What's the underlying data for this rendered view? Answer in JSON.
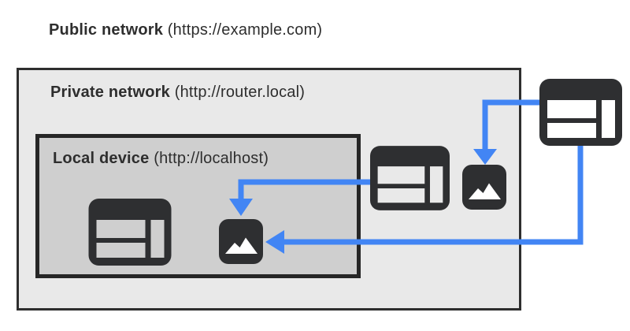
{
  "public_network": {
    "bold": "Public network",
    "plain": " (https://example.com)"
  },
  "private_network": {
    "bold": "Private network",
    "plain": " (http://router.local)"
  },
  "local_device": {
    "bold": "Local device",
    "plain": " (http://localhost)"
  },
  "nodes": [
    {
      "id": "local-browser",
      "type": "browser-window",
      "container": "local_device"
    },
    {
      "id": "local-image",
      "type": "image-resource",
      "container": "local_device"
    },
    {
      "id": "private-browser",
      "type": "browser-window",
      "container": "private_network"
    },
    {
      "id": "private-image",
      "type": "image-resource",
      "container": "private_network"
    },
    {
      "id": "public-browser",
      "type": "browser-window",
      "container": "public_network"
    }
  ],
  "arrows": [
    {
      "from": "public-browser",
      "to": "private-image",
      "direction": "down"
    },
    {
      "from": "public-browser",
      "to": "local-image",
      "direction": "left"
    },
    {
      "from": "private-browser",
      "to": "local-image",
      "direction": "down"
    }
  ],
  "colors": {
    "arrow": "#4285f4",
    "icon_dark": "#2e2f31",
    "icon_glyph": "#ffffff",
    "private_bg": "#e9e9e9",
    "local_bg": "#cfcfcf",
    "border_dark": "#262626",
    "text": "#2e2e2e",
    "canvas_bg": "#ffffff"
  }
}
